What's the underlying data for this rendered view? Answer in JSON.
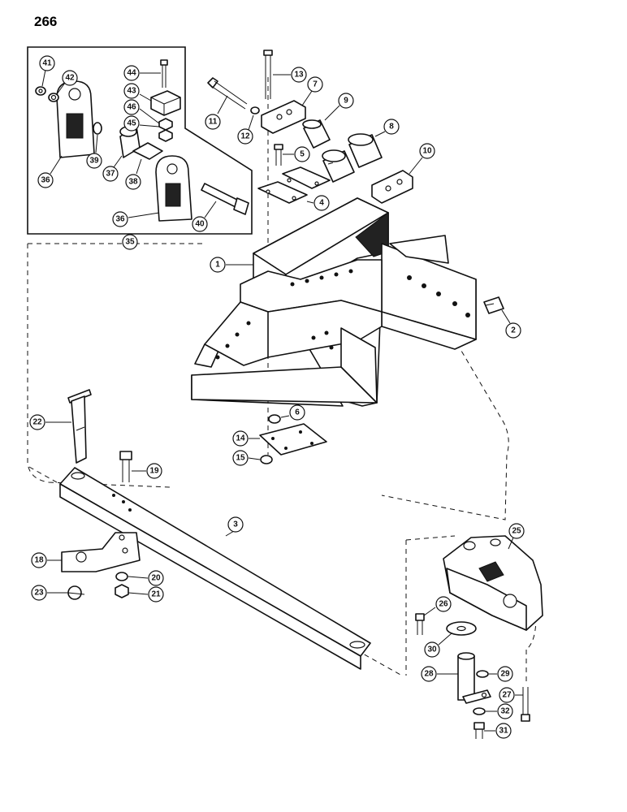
{
  "page_number": "266",
  "callouts": [
    "1",
    "2",
    "3",
    "4",
    "5",
    "6",
    "7",
    "8",
    "9",
    "10",
    "11",
    "12",
    "13",
    "14",
    "15",
    "18",
    "19",
    "20",
    "21",
    "22",
    "23",
    "25",
    "26",
    "27",
    "28",
    "29",
    "30",
    "31",
    "32",
    "35",
    "36",
    "36",
    "37",
    "38",
    "39",
    "40",
    "41",
    "42",
    "43",
    "44",
    "45",
    "46"
  ]
}
